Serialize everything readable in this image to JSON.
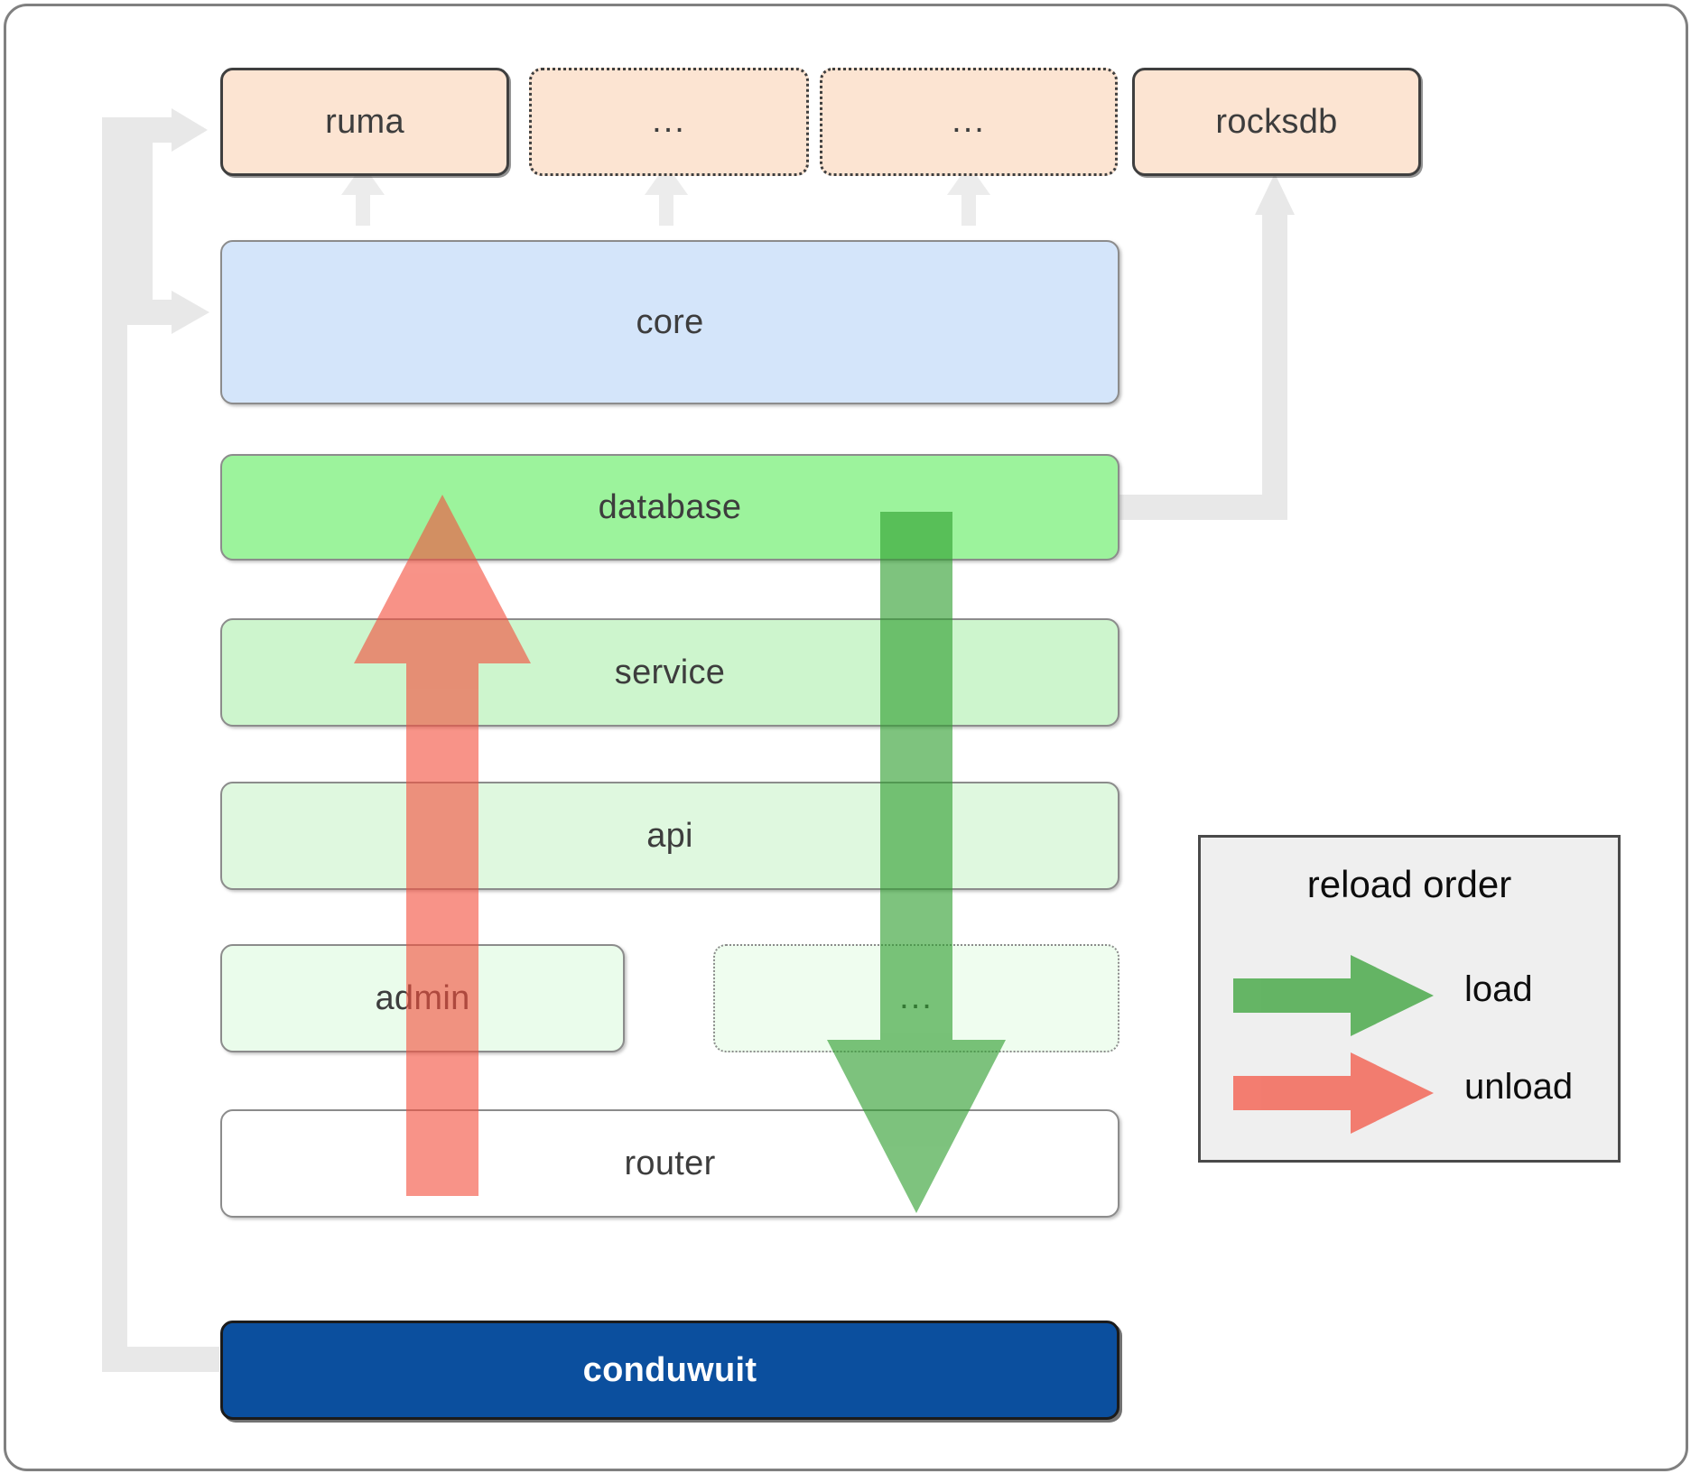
{
  "diagram": {
    "title": "conduwuit crate / reload order architecture",
    "colors": {
      "dependency_fill": "#fce4d2",
      "core_fill": "#d4e5fa",
      "database_fill": "#9cf39c",
      "service_fill": "#cdf5cd",
      "api_fill": "#dff8df",
      "admin_fill": "#eafceb",
      "router_fill": "#ffffff",
      "binary_fill": "#0b4f9e",
      "load_arrow": "#4fa14f",
      "unload_arrow": "#f97b7b",
      "connector": "#e8e8e8",
      "legend_fill": "#efefef"
    },
    "dependencies": [
      {
        "label": "ruma",
        "style": "solid"
      },
      {
        "label": "...",
        "style": "dotted"
      },
      {
        "label": "...",
        "style": "dotted"
      },
      {
        "label": "rocksdb",
        "style": "solid"
      }
    ],
    "layers": [
      {
        "label": "core",
        "style": "core"
      },
      {
        "label": "database",
        "style": "g1"
      },
      {
        "label": "service",
        "style": "g2"
      },
      {
        "label": "api",
        "style": "g3"
      }
    ],
    "admin_row": [
      {
        "label": "admin",
        "style": "g4"
      },
      {
        "label": "...",
        "style": "g4-dotted"
      }
    ],
    "router": {
      "label": "router"
    },
    "binary": {
      "label": "conduwuit"
    }
  },
  "legend": {
    "title": "reload order",
    "items": [
      {
        "label": "load",
        "color": "#4fa14f"
      },
      {
        "label": "unload",
        "color": "#f97b7b"
      }
    ]
  }
}
